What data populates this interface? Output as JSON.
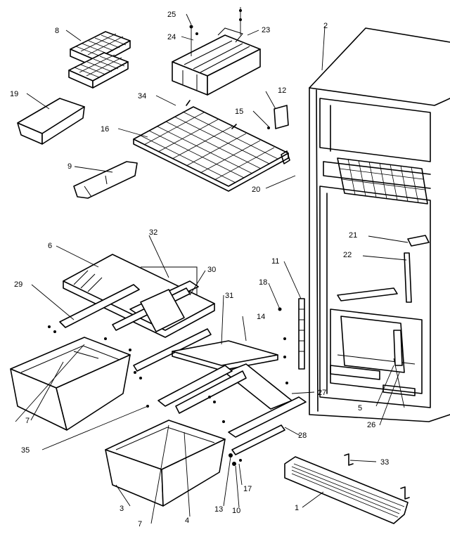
{
  "callouts": {
    "c1": "1",
    "c2": "2",
    "c3": "3",
    "c4": "4",
    "c5": "5",
    "c6": "6",
    "c7a": "7",
    "c7b": "7",
    "c8": "8",
    "c9": "9",
    "c10": "10",
    "c11": "11",
    "c12": "12",
    "c13": "13",
    "c14": "14",
    "c15": "15",
    "c16": "16",
    "c17": "17",
    "c18": "18",
    "c19": "19",
    "c20": "20",
    "c21": "21",
    "c22": "22",
    "c23": "23",
    "c24": "24",
    "c25": "25",
    "c26": "26",
    "c27": "27",
    "c28": "28",
    "c29": "29",
    "c30": "30",
    "c31": "31",
    "c32": "32",
    "c33": "33",
    "c34": "34",
    "c35": "35"
  }
}
